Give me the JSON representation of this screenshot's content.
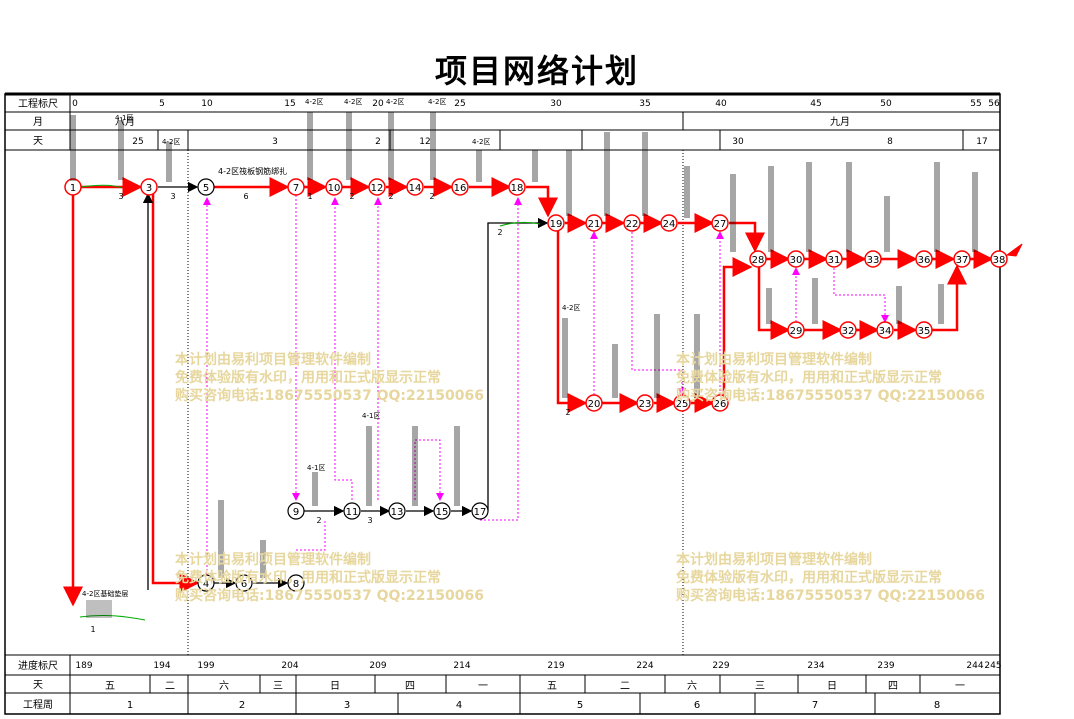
{
  "title": "项目网络计划",
  "header_rows": {
    "scale_label": "工程标尺",
    "month_label": "月",
    "day_label": "天",
    "bottom_scale_label": "进度标尺",
    "bottom_day_label": "天",
    "week_label": "工程周"
  },
  "top_scale": [
    "0",
    "5",
    "10",
    "15",
    "20",
    "25",
    "30",
    "35",
    "40",
    "45",
    "50",
    "55",
    "56"
  ],
  "months": [
    "八月",
    "九月"
  ],
  "top_days": [
    "25",
    "3",
    "2",
    "12",
    "30",
    "8",
    "17"
  ],
  "bottom_scale": [
    "189",
    "194",
    "199",
    "204",
    "209",
    "214",
    "219",
    "224",
    "229",
    "234",
    "239",
    "244",
    "245"
  ],
  "weekdays": [
    "五",
    "二",
    "六",
    "三",
    "日",
    "四",
    "一",
    "五",
    "二",
    "六",
    "三",
    "日",
    "四",
    "一"
  ],
  "weeks": [
    "1",
    "2",
    "3",
    "4",
    "5",
    "6",
    "7",
    "8"
  ],
  "nodes": [
    "1",
    "3",
    "5",
    "7",
    "10",
    "12",
    "14",
    "16",
    "18",
    "19",
    "21",
    "22",
    "24",
    "27",
    "28",
    "30",
    "31",
    "33",
    "36",
    "37",
    "38",
    "29",
    "32",
    "34",
    "35",
    "20",
    "23",
    "25",
    "26",
    "9",
    "11",
    "13",
    "15",
    "17",
    "4",
    "6",
    "8",
    "2"
  ],
  "activities": [
    {
      "label": "4-1区",
      "dur": "3"
    },
    {
      "label": "4-2区",
      "dur": "3"
    },
    {
      "label": "4-2区筏板钢筋绑扎",
      "dur": "6"
    },
    {
      "label": "4-2区",
      "dur": "1"
    },
    {
      "label": "4-2区",
      "dur": "2"
    },
    {
      "label": "4-2区",
      "dur": "2"
    },
    {
      "label": "4-2区",
      "dur": "2"
    },
    {
      "label": "4-2区",
      "dur": "2"
    },
    {
      "label": "4-2区",
      "dur": "2"
    },
    {
      "label": "4-1区",
      "dur": "2"
    },
    {
      "label": "4-1区",
      "dur": "3"
    },
    {
      "label": "4-2区基础垫层",
      "dur": "1"
    }
  ],
  "watermark": {
    "line1": "本计划由易利项目管理软件编制",
    "line2": "免费体验版有水印，用用和正式版显示正常",
    "line3": "购买咨询电话:18675550537 QQ:22150066"
  },
  "colors": {
    "critical": "#ff0000",
    "normal": "#000000",
    "float": "#00aa00",
    "dep": "#ff00ff",
    "watermark": "#e7d79e"
  }
}
